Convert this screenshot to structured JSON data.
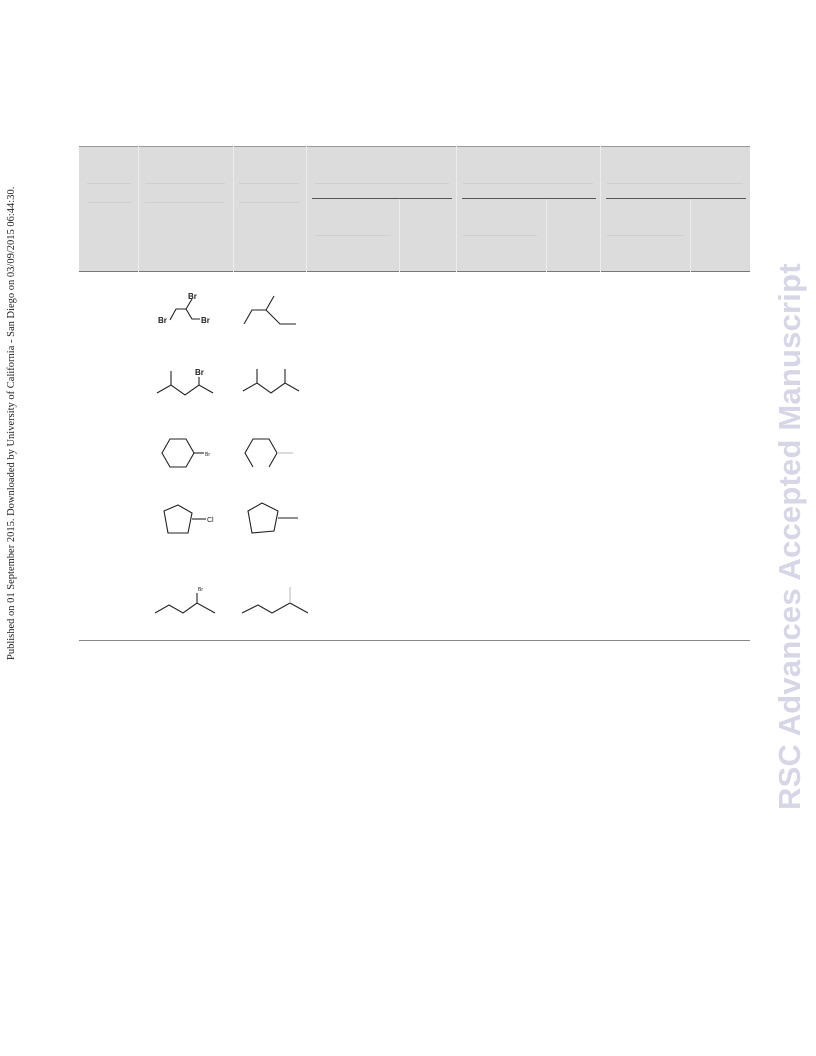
{
  "side_note": {
    "text": "Published on 01 September 2015. Downloaded by University of California - San Diego on 03/09/2015 06:44:30."
  },
  "watermark": {
    "text": "RSC Advances Accepted Manuscript",
    "color": "#d6d6e6"
  },
  "table": {
    "header_bg": "#dcdcdc",
    "rows": [
      {
        "substrate_label": "Br",
        "substrate_label_2": "Br",
        "substrate_label_3": "Br"
      },
      {
        "substrate_label": "Br"
      },
      {
        "substrate_label": "Br"
      },
      {
        "substrate_label": "Cl"
      },
      {
        "substrate_label": "Br"
      }
    ]
  }
}
